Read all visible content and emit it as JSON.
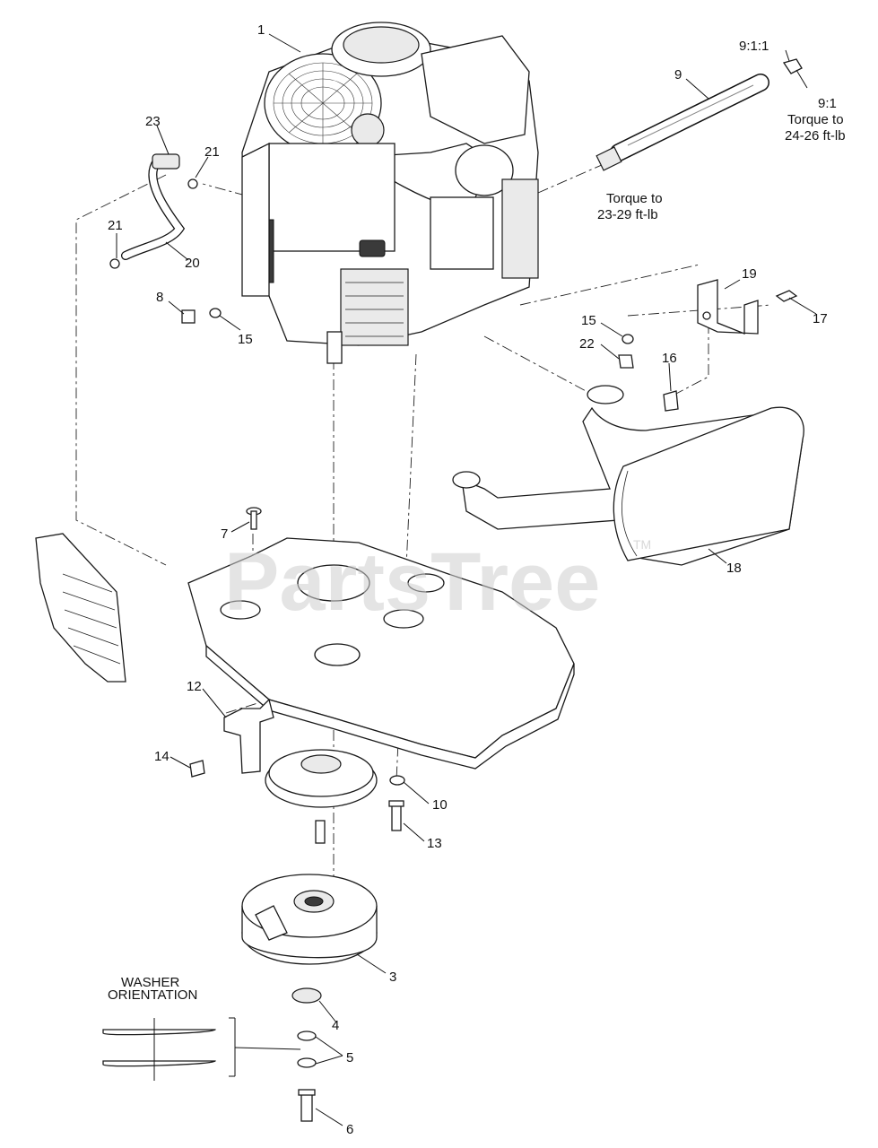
{
  "watermark": {
    "brand": "PartsTree",
    "trademark": "TM"
  },
  "callouts": {
    "c1": "1",
    "c23": "23",
    "c21a": "21",
    "c21b": "21",
    "c20": "20",
    "c8": "8",
    "c15a": "15",
    "c9": "9",
    "c9_1_1": "9:1:1",
    "c9_1": "9:1",
    "c19": "19",
    "c17": "17",
    "c15b": "15",
    "c22": "22",
    "c16": "16",
    "c18": "18",
    "c7": "7",
    "c12": "12",
    "c14": "14",
    "c10": "10",
    "c13": "13",
    "c3": "3",
    "c4": "4",
    "c5": "5",
    "c6": "6"
  },
  "notes": {
    "torque_9_1_line1": "Torque to",
    "torque_9_1_line2": "24-26 ft-lb",
    "torque_9_line1": "Torque to",
    "torque_9_line2": "23-29 ft-lb",
    "washer_line1": "WASHER",
    "washer_line2": "ORIENTATION"
  },
  "icons": [
    "engine-icon",
    "fuel-line-icon",
    "oil-drain-hose-icon",
    "muffler-icon",
    "engine-deck-plate-icon",
    "pulley-icon",
    "electric-clutch-icon",
    "shield-icon",
    "bracket-icon"
  ]
}
